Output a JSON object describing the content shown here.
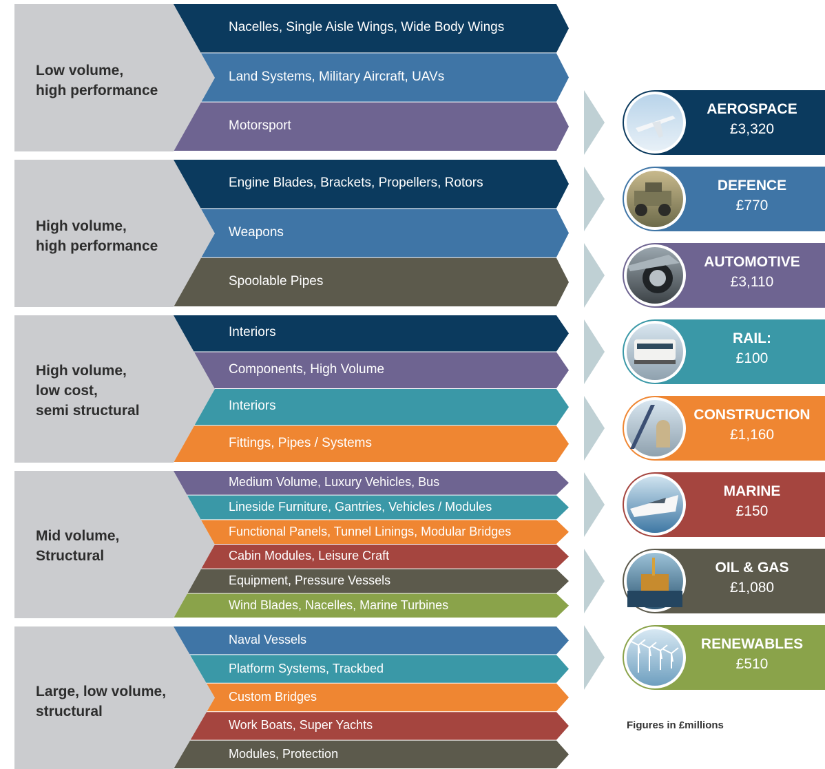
{
  "colors": {
    "group_bg": "#cbcccf",
    "arrow": "#bfd0d4",
    "navy": "#0b3a5e",
    "blue": "#3f75a6",
    "purple": "#6e6491",
    "olive": "#5c5a4c",
    "teal": "#3a98a7",
    "orange": "#ef8632",
    "red": "#a5453f",
    "green": "#8aa34a"
  },
  "groups": [
    {
      "label": "Low volume,\nhigh performance",
      "rows": [
        {
          "text": "Nacelles, Single Aisle Wings, Wide Body Wings",
          "color": "navy"
        },
        {
          "text": "Land Systems, Military Aircraft, UAVs",
          "color": "blue"
        },
        {
          "text": "Motorsport",
          "color": "purple"
        }
      ]
    },
    {
      "label": "High volume,\nhigh performance",
      "rows": [
        {
          "text": "Engine Blades, Brackets, Propellers, Rotors",
          "color": "navy"
        },
        {
          "text": "Weapons",
          "color": "blue"
        },
        {
          "text": "Spoolable Pipes",
          "color": "olive"
        }
      ]
    },
    {
      "label": "High volume,\nlow cost,\nsemi structural",
      "rows": [
        {
          "text": "Interiors",
          "color": "navy"
        },
        {
          "text": "Components, High Volume",
          "color": "purple"
        },
        {
          "text": "Interiors",
          "color": "teal"
        },
        {
          "text": "Fittings, Pipes / Systems",
          "color": "orange"
        }
      ]
    },
    {
      "label": "Mid volume,\nStructural",
      "rows": [
        {
          "text": "Medium Volume, Luxury Vehicles, Bus",
          "color": "purple"
        },
        {
          "text": "Lineside Furniture, Gantries, Vehicles / Modules",
          "color": "teal"
        },
        {
          "text": "Functional Panels, Tunnel Linings, Modular Bridges",
          "color": "orange"
        },
        {
          "text": "Cabin Modules, Leisure Craft",
          "color": "red"
        },
        {
          "text": "Equipment, Pressure Vessels",
          "color": "olive"
        },
        {
          "text": "Wind Blades, Nacelles, Marine Turbines",
          "color": "green"
        }
      ]
    },
    {
      "label": "Large, low volume,\nstructural",
      "rows": [
        {
          "text": "Naval Vessels",
          "color": "blue"
        },
        {
          "text": "Platform Systems, Trackbed",
          "color": "teal"
        },
        {
          "text": "Custom Bridges",
          "color": "orange"
        },
        {
          "text": "Work Boats, Super Yachts",
          "color": "red"
        },
        {
          "text": "Modules, Protection",
          "color": "olive"
        }
      ]
    }
  ],
  "sectors": [
    {
      "name": "AEROSPACE",
      "value": "£3,320",
      "color": "navy",
      "icon": "aircraft-icon"
    },
    {
      "name": "DEFENCE",
      "value": "£770",
      "color": "blue",
      "icon": "military-vehicle-icon"
    },
    {
      "name": "AUTOMOTIVE",
      "value": "£3,110",
      "color": "purple",
      "icon": "car-icon"
    },
    {
      "name": "RAIL:",
      "value": "£100",
      "color": "teal",
      "icon": "train-icon"
    },
    {
      "name": "CONSTRUCTION",
      "value": "£1,160",
      "color": "orange",
      "icon": "bridge-icon"
    },
    {
      "name": "MARINE",
      "value": "£150",
      "color": "red",
      "icon": "yacht-icon"
    },
    {
      "name": "OIL & GAS",
      "value": "£1,080",
      "color": "olive",
      "icon": "oil-rig-icon"
    },
    {
      "name": "RENEWABLES",
      "value": "£510",
      "color": "green",
      "icon": "wind-turbine-icon"
    }
  ],
  "footnote": "Figures in £millions"
}
